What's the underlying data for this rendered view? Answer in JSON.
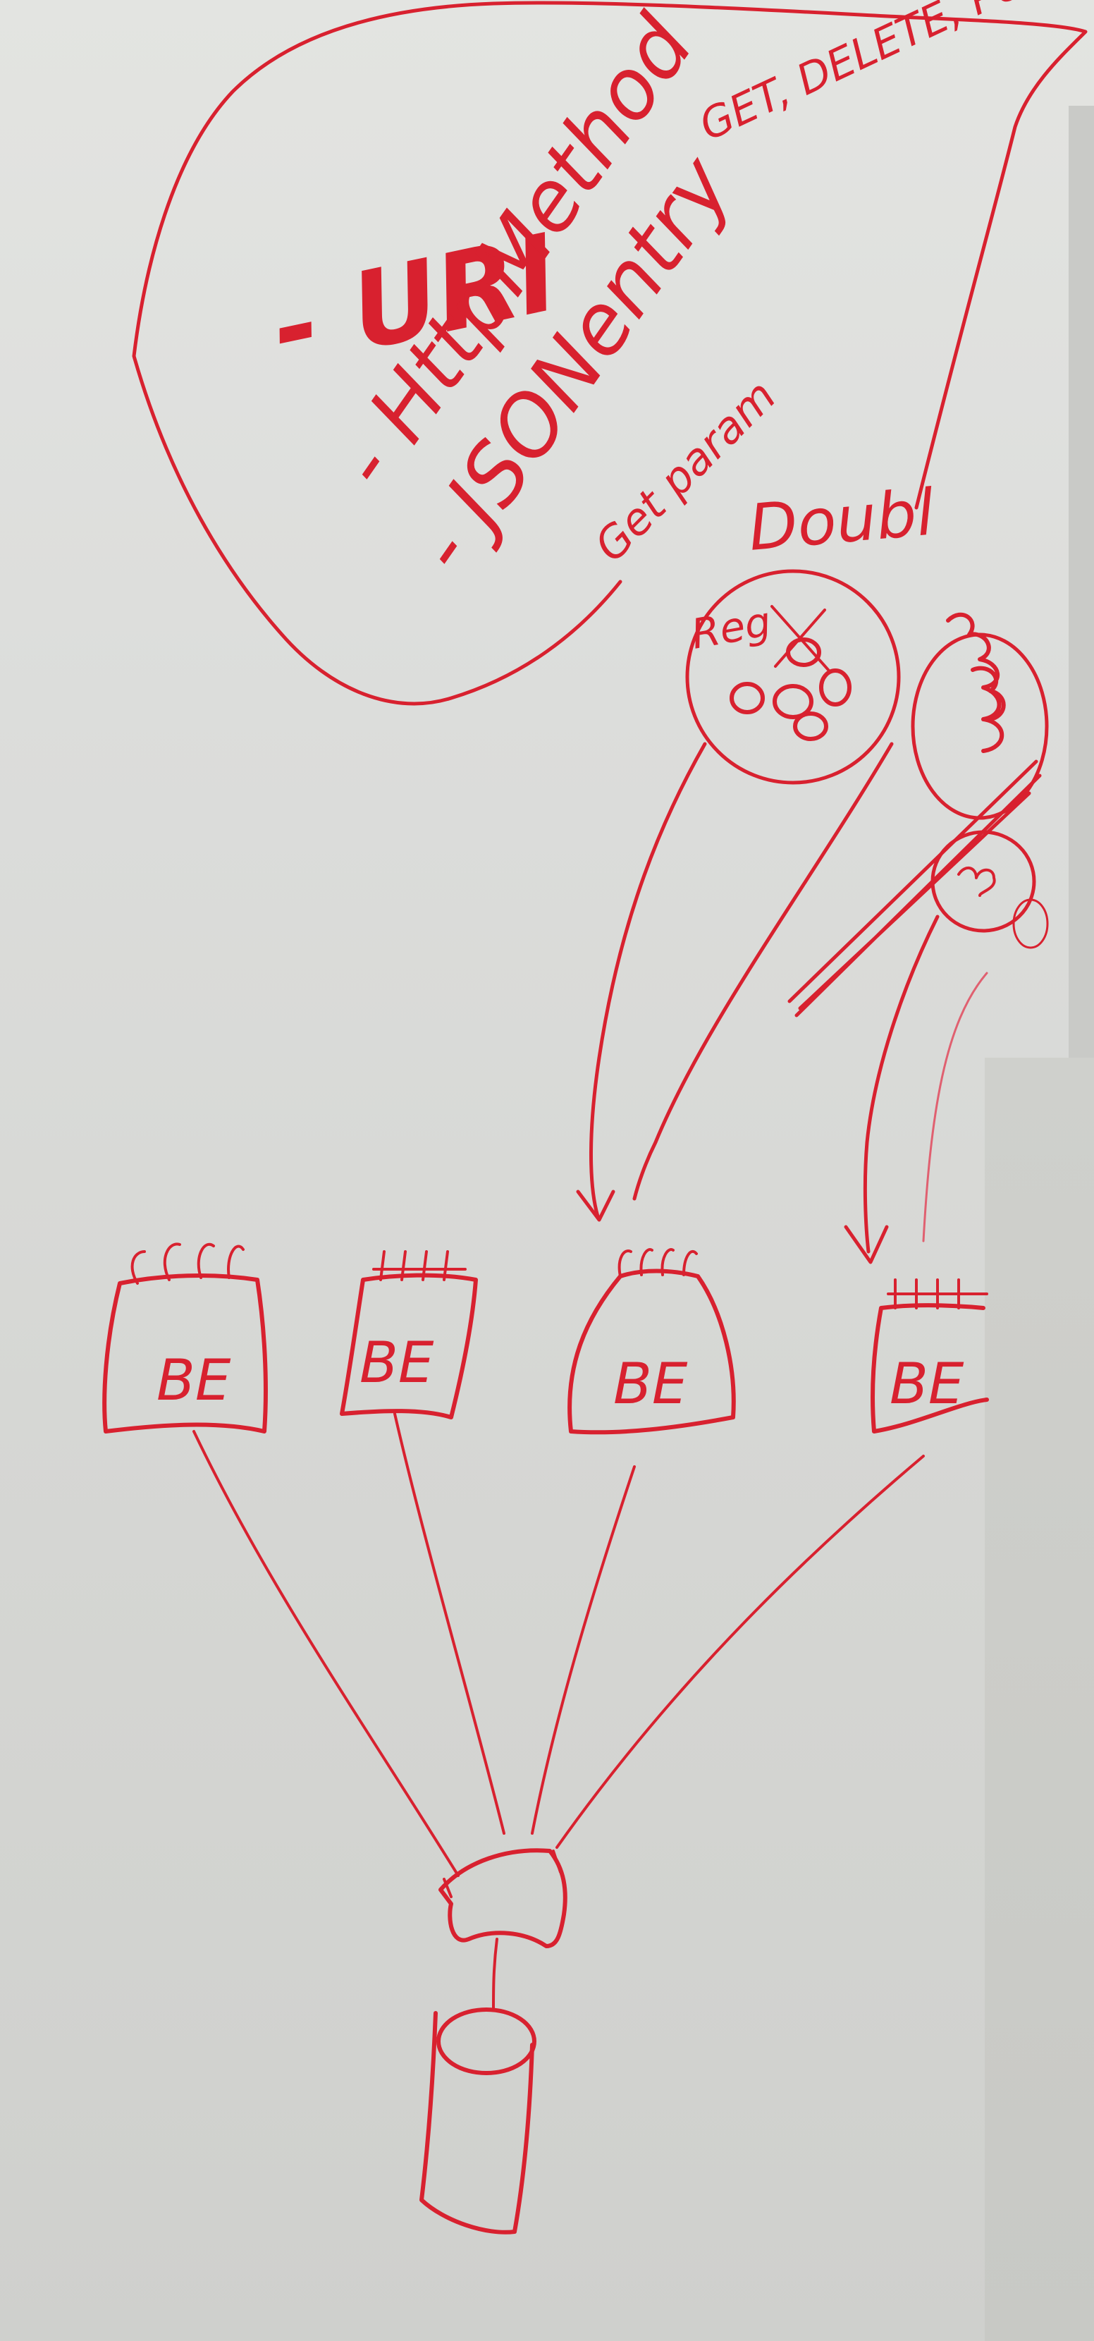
{
  "whiteboard": {
    "ink_color": "#d8212f",
    "board_color": "#dcdddb",
    "bubble_items": [
      {
        "text": "- URI"
      },
      {
        "text": "- HttpMethod"
      },
      {
        "text": "- JSONentry"
      }
    ],
    "methods_note": "GET, DELETE, PUT, POST",
    "param_note": "Get param",
    "service_label": "Doubl",
    "reg_label": "Reg",
    "backend_label": "BE",
    "backend_count": 4
  }
}
